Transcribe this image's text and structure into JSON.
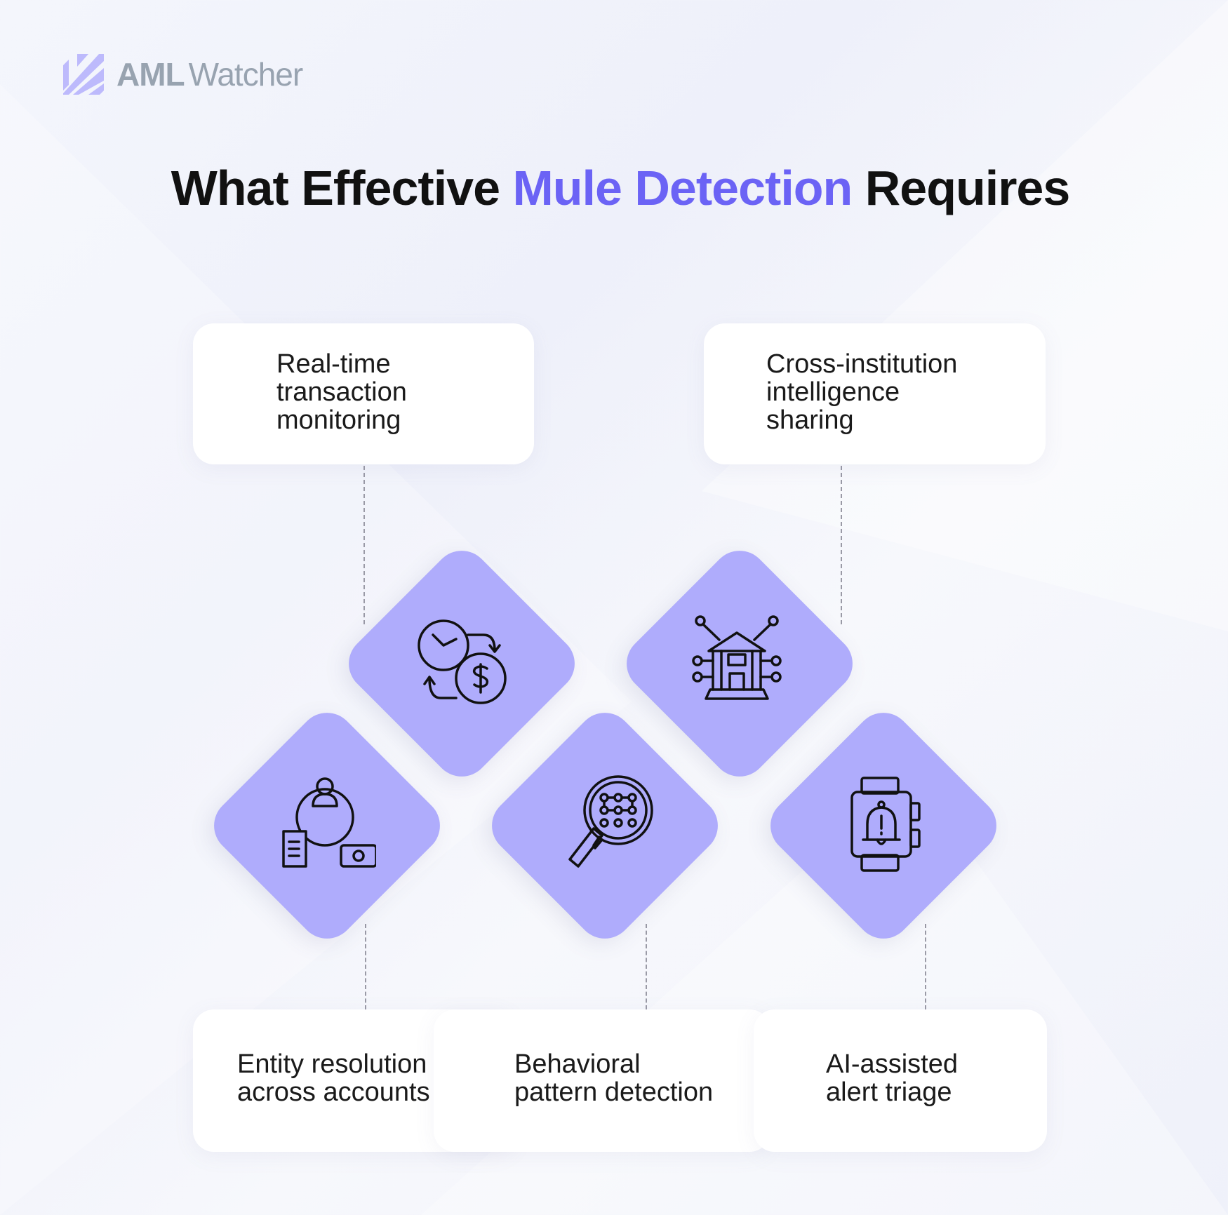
{
  "brand": {
    "name_bold": "AML",
    "name_light": "Watcher",
    "logo_color": "#bdbafc"
  },
  "title": {
    "prefix": "What Effective ",
    "highlight": "Mule Detection",
    "suffix": " Requires",
    "highlight_color": "#6b63f5"
  },
  "requirements": [
    {
      "label": "Real-time\ntransaction\nmonitoring",
      "icon": "clock-dollar-exchange-icon"
    },
    {
      "label": "Cross-institution\nintelligence\nsharing",
      "icon": "connected-bank-icon"
    },
    {
      "label": "Entity resolution\nacross accounts",
      "icon": "person-linked-document-money-icon"
    },
    {
      "label": "Behavioral\npattern detection",
      "icon": "magnifier-pattern-icon"
    },
    {
      "label": "AI-assisted\nalert triage",
      "icon": "smartwatch-alert-bell-icon"
    }
  ],
  "diamond_color": "#afacfc"
}
